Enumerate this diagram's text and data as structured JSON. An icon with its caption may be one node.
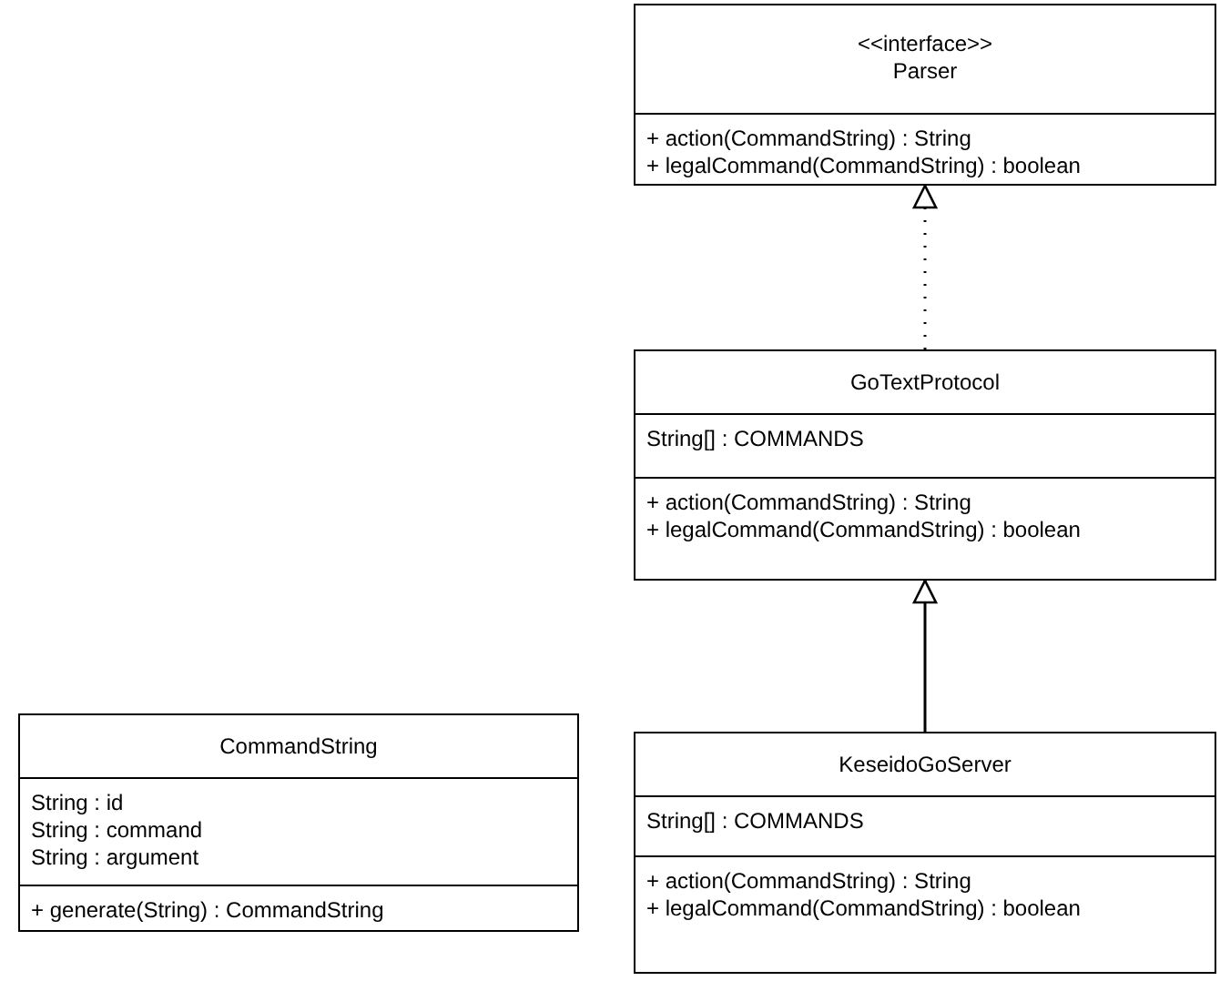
{
  "diagram": {
    "nodes": [
      {
        "text": [
          "<<interface>>",
          "Parser",
          "+ action(CommandString) : String",
          "+ legalCommand(CommandString) : boolean"
        ]
      },
      {
        "text": [
          "GoTextProtocol",
          "String[] : COMMANDS",
          "+ action(CommandString) : String",
          "+ legalCommand(CommandString) : boolean"
        ]
      },
      {
        "text": [
          "KeseidoGoServer",
          "String[] : COMMANDS",
          "+ action(CommandString) : String",
          "+ legalCommand(CommandString) : boolean"
        ]
      },
      {
        "text": [
          "CommandString",
          "String : id",
          "String : command",
          "String : argument",
          "+ generate(String) : CommandString"
        ]
      }
    ],
    "edges": [
      {
        "from": 1,
        "to": 0,
        "arrow": "to",
        "style": "dashed"
      },
      {
        "from": 2,
        "to": 1,
        "arrow": "to"
      }
    ]
  }
}
